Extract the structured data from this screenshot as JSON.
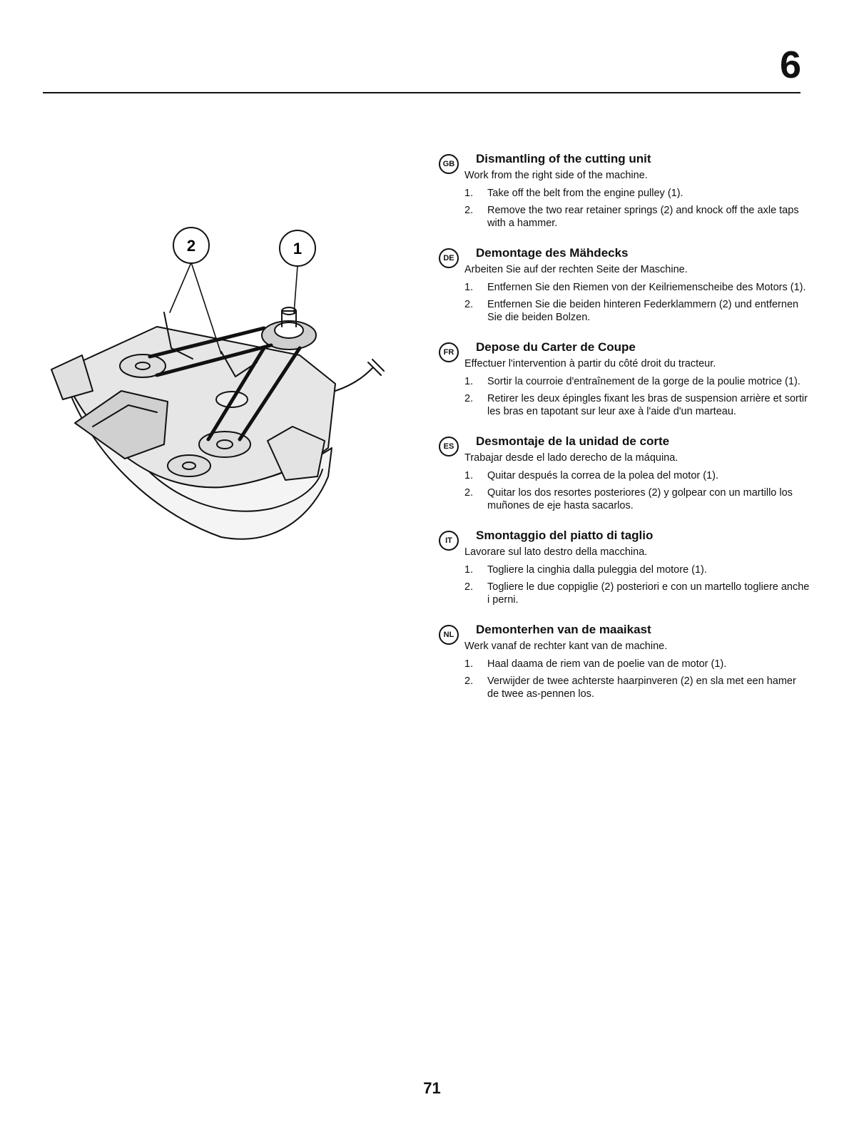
{
  "page": {
    "chapter": "6",
    "page_number": "71",
    "figure": {
      "callout_1": "1",
      "callout_2": "2"
    }
  },
  "sections": [
    {
      "lang": "GB",
      "heading": "Dismantling of the cutting unit",
      "intro": "Work from the right side of the machine.",
      "steps": [
        {
          "num": "1.",
          "text": "Take off the belt from the engine pulley (1)."
        },
        {
          "num": "2.",
          "text": "Remove the two rear retainer springs (2) and knock off the axle taps with a hammer."
        }
      ]
    },
    {
      "lang": "DE",
      "heading": "Demontage des Mähdecks",
      "intro": "Arbeiten Sie auf der rechten Seite der Maschine.",
      "steps": [
        {
          "num": "1.",
          "text": "Entfernen Sie den Riemen von der Keilriemenscheibe des Motors (1)."
        },
        {
          "num": "2.",
          "text": "Entfernen Sie die beiden hinteren Federklammern (2) und entfernen Sie die beiden Bolzen."
        }
      ]
    },
    {
      "lang": "FR",
      "heading": "Depose du Carter de Coupe",
      "intro": "Effectuer l'intervention à partir du côté droit du tracteur.",
      "steps": [
        {
          "num": "1.",
          "text": "Sortir la courroie d'entraînement de la gorge de la poulie motrice (1)."
        },
        {
          "num": "2.",
          "text": "Retirer les deux épingles fixant les bras de suspension arrière et sortir les bras en tapotant sur leur axe à l'aide d'un marteau."
        }
      ]
    },
    {
      "lang": "ES",
      "heading": "Desmontaje de la unidad de corte",
      "intro": "Trabajar desde el lado derecho de la máquina.",
      "steps": [
        {
          "num": "1.",
          "text": "Quitar después la correa de la polea del motor (1)."
        },
        {
          "num": "2.",
          "text": "Quitar los dos resortes posteriores (2) y golpear con un martillo los muñones de eje hasta sacarlos."
        }
      ]
    },
    {
      "lang": "IT",
      "heading": "Smontaggio del piatto di taglio",
      "intro": "Lavorare sul lato destro della macchina.",
      "steps": [
        {
          "num": "1.",
          "text": "Togliere la cinghia dalla puleggia del motore (1)."
        },
        {
          "num": "2.",
          "text": "Togliere le due coppiglie (2) posteriori e con un martello togliere anche i perni."
        }
      ]
    },
    {
      "lang": "NL",
      "heading": "Demonterhen van de maaikast",
      "intro": "Werk vanaf de rechter kant van de machine.",
      "steps": [
        {
          "num": "1.",
          "text": "Haal daama de riem van de poelie van de motor (1)."
        },
        {
          "num": "2.",
          "text": "Verwijder de twee achterste haarpinveren (2) en sla met een hamer de twee as-pennen los."
        }
      ]
    }
  ]
}
